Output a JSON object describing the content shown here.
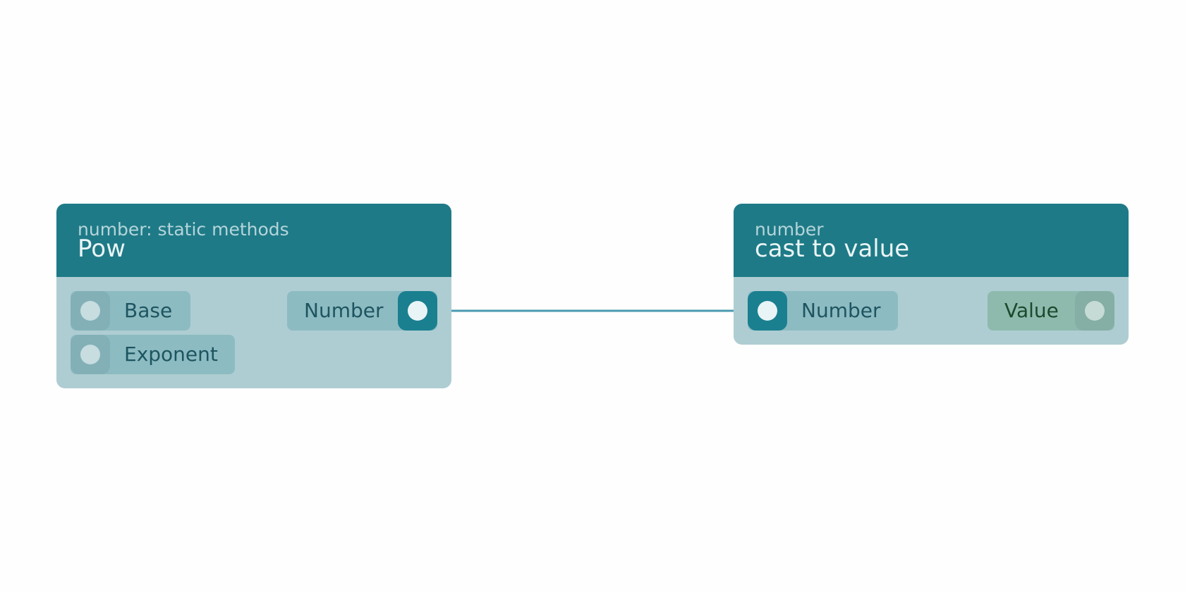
{
  "nodes": {
    "pow": {
      "category": "number: static methods",
      "title": "Pow",
      "inputs": [
        {
          "label": "Base"
        },
        {
          "label": "Exponent"
        }
      ],
      "outputs": [
        {
          "label": "Number"
        }
      ]
    },
    "cast": {
      "category": "number",
      "title": "cast to value",
      "inputs": [
        {
          "label": "Number"
        }
      ],
      "outputs": [
        {
          "label": "Value"
        }
      ]
    }
  },
  "colors": {
    "header": "#1f7a87",
    "body": "#aecdd2",
    "socket": "#8dbbc2",
    "connected_port": "#1a8090",
    "wire": "#4a9bb0",
    "value_socket": "#8ebaae"
  },
  "connections": [
    {
      "from": "pow.outputs.0",
      "to": "cast.inputs.0"
    }
  ]
}
